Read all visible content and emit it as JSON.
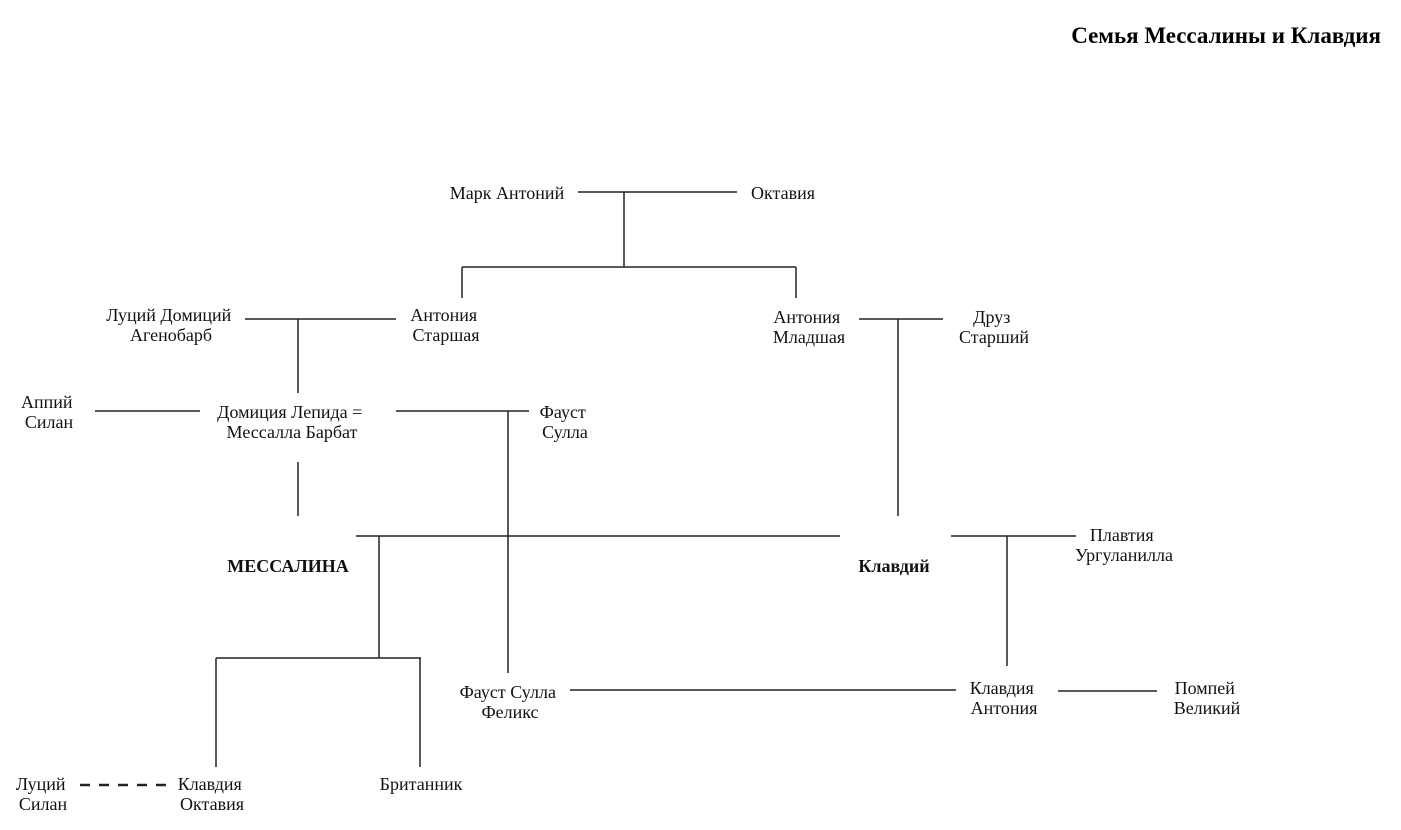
{
  "title": "Семья Мессалины и Клавдия",
  "people": {
    "mark_antony": {
      "lines": [
        "Марк Антоний"
      ],
      "emphasis": false
    },
    "octavia": {
      "lines": [
        "Октавия"
      ],
      "emphasis": false
    },
    "lucius_domitius": {
      "lines": [
        "Луций Домиций",
        "Агенобарб"
      ],
      "emphasis": false
    },
    "antonia_major": {
      "lines": [
        "Антония",
        "Старшая"
      ],
      "emphasis": false
    },
    "antonia_minor": {
      "lines": [
        "Антония",
        "Младшая"
      ],
      "emphasis": false
    },
    "drusus": {
      "lines": [
        "Друз",
        "Старший"
      ],
      "emphasis": false
    },
    "appius_silanus": {
      "lines": [
        "Аппий",
        "Силан"
      ],
      "emphasis": false
    },
    "domitia_lepida": {
      "lines": [
        "Домиция Лепида =",
        "Мессалла Барбат"
      ],
      "emphasis": false
    },
    "faustus_sulla": {
      "lines": [
        "Фауст",
        "Сулла"
      ],
      "emphasis": false
    },
    "messalina": {
      "lines": [
        "МЕССАЛИНА"
      ],
      "emphasis": true
    },
    "claudius": {
      "lines": [
        "Клавдий"
      ],
      "emphasis": true
    },
    "plautia": {
      "lines": [
        "Плавтия",
        "Ургуланилла"
      ],
      "emphasis": false
    },
    "faustus_felix": {
      "lines": [
        "Фауст Сулла",
        "Феликс"
      ],
      "emphasis": false
    },
    "claudia_antonia": {
      "lines": [
        "Клавдия",
        "Антония"
      ],
      "emphasis": false
    },
    "pompeius": {
      "lines": [
        "Помпей",
        "Великий"
      ],
      "emphasis": false
    },
    "lucius_silanus": {
      "lines": [
        "Луций",
        "Силан"
      ],
      "emphasis": false
    },
    "claudia_octavia": {
      "lines": [
        "Клавдия",
        "Октавия"
      ],
      "emphasis": false
    },
    "britannicus": {
      "lines": [
        "Британник"
      ],
      "emphasis": false
    }
  },
  "relations": [
    {
      "type": "marriage",
      "a": "mark_antony",
      "b": "octavia"
    },
    {
      "type": "children",
      "parents": [
        "mark_antony",
        "octavia"
      ],
      "children": [
        "antonia_major",
        "antonia_minor"
      ]
    },
    {
      "type": "marriage",
      "a": "lucius_domitius",
      "b": "antonia_major"
    },
    {
      "type": "children",
      "parents": [
        "lucius_domitius",
        "antonia_major"
      ],
      "children": [
        "domitia_lepida"
      ]
    },
    {
      "type": "marriage",
      "a": "antonia_minor",
      "b": "drusus"
    },
    {
      "type": "children",
      "parents": [
        "antonia_minor",
        "drusus"
      ],
      "children": [
        "claudius"
      ]
    },
    {
      "type": "marriage",
      "a": "appius_silanus",
      "b": "domitia_lepida"
    },
    {
      "type": "marriage",
      "a": "domitia_lepida",
      "b": "faustus_sulla"
    },
    {
      "type": "children",
      "parents": [
        "domitia_lepida"
      ],
      "children": [
        "messalina"
      ]
    },
    {
      "type": "children",
      "parents": [
        "domitia_lepida",
        "faustus_sulla"
      ],
      "children": [
        "faustus_felix"
      ]
    },
    {
      "type": "marriage",
      "a": "messalina",
      "b": "claudius"
    },
    {
      "type": "children",
      "parents": [
        "messalina",
        "claudius"
      ],
      "children": [
        "claudia_octavia",
        "britannicus"
      ]
    },
    {
      "type": "marriage",
      "a": "claudius",
      "b": "plautia"
    },
    {
      "type": "children",
      "parents": [
        "claudius",
        "plautia"
      ],
      "children": [
        "claudia_antonia"
      ]
    },
    {
      "type": "marriage",
      "a": "faustus_felix",
      "b": "claudia_antonia"
    },
    {
      "type": "marriage",
      "a": "claudia_antonia",
      "b": "pompeius"
    },
    {
      "type": "betrothal",
      "a": "lucius_silanus",
      "b": "claudia_octavia"
    }
  ]
}
